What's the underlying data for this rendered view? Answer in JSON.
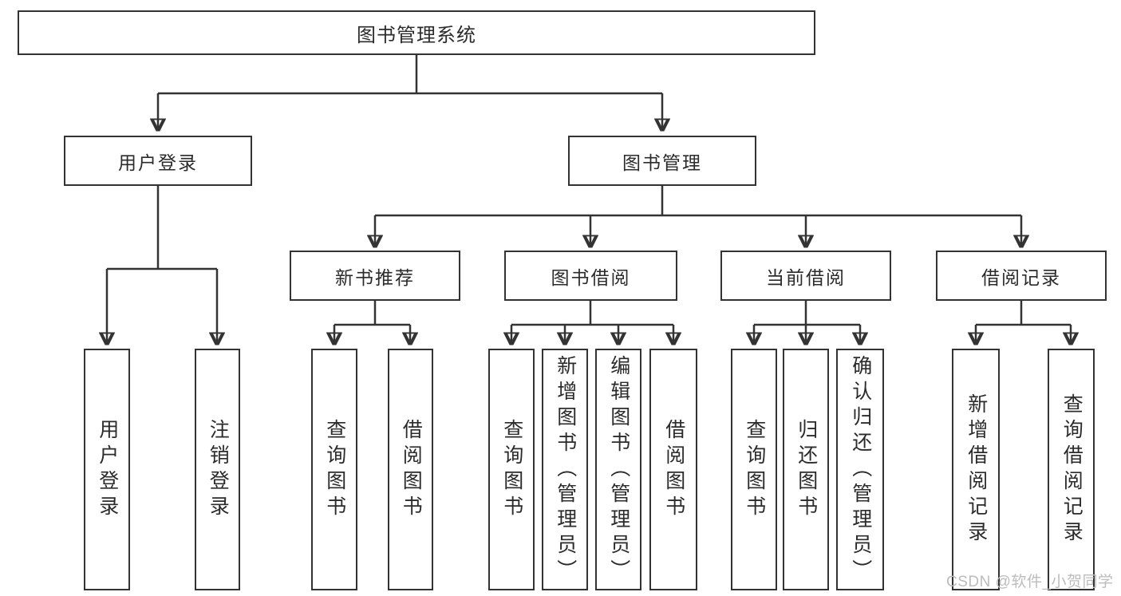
{
  "colors": {
    "line": "#333333",
    "box_border": "#333333",
    "text": "#2b2b2b",
    "background": "#ffffff",
    "watermark": "#bcbcbc"
  },
  "nodes": {
    "root": {
      "label": "图书管理系统"
    },
    "userLogin": {
      "label": "用户登录",
      "children": [
        "用户登录",
        "注销登录"
      ]
    },
    "bookManagement": {
      "label": "图书管理"
    },
    "newBooks": {
      "label": "新书推荐",
      "children": [
        "查询图书",
        "借阅图书"
      ]
    },
    "bookBorrow": {
      "label": "图书借阅",
      "children": [
        "查询图书",
        "新增图书（管理员）",
        "编辑图书（管理员）",
        "借阅图书"
      ]
    },
    "currentBorrow": {
      "label": "当前借阅",
      "children": [
        "查询图书",
        "归还图书",
        "确认归还（管理员）"
      ]
    },
    "borrowRecords": {
      "label": "借阅记录",
      "children": [
        "新增借阅记录",
        "查询借阅记录"
      ]
    }
  },
  "watermark": {
    "text": "CSDN @软件_小贺同学"
  }
}
